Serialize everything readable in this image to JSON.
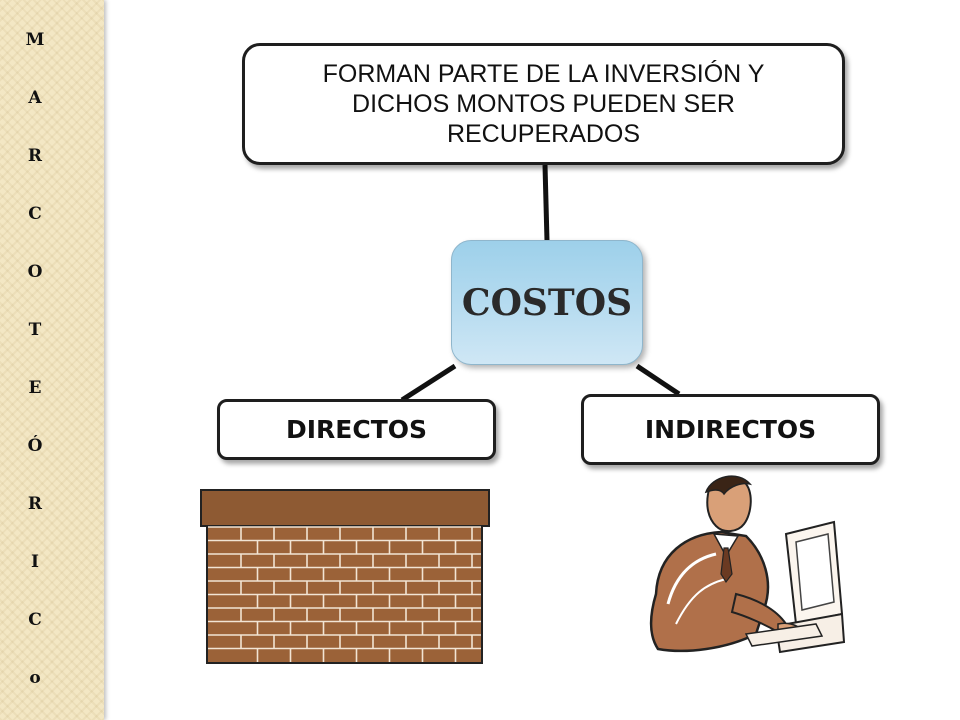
{
  "sidebar": {
    "letters": [
      "M",
      "A",
      "R",
      "C",
      "O",
      "T",
      "E",
      "Ó",
      "R",
      "I",
      "C",
      "o"
    ]
  },
  "diagram": {
    "top_node": {
      "text": "FORMAN PARTE DE LA INVERSIÓN Y DICHOS MONTOS PUEDEN SER RECUPERADOS"
    },
    "center_node": {
      "text": "COSTOS",
      "fill_color": "#a8d6ee"
    },
    "left_node": {
      "text": "DIRECTOS"
    },
    "right_node": {
      "text": "INDIRECTOS"
    }
  },
  "illustrations": {
    "left": {
      "icon": "brick-wall-icon",
      "color": "#8e5a33"
    },
    "right": {
      "icon": "office-worker-at-computer-icon",
      "color": "#b0704a"
    }
  }
}
